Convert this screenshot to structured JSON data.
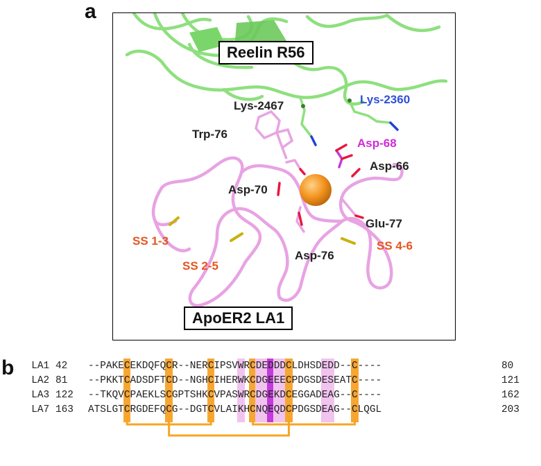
{
  "panel_a": {
    "letter": "a",
    "box_labels": {
      "reelin": "Reelin R56",
      "apoer2": "ApoER2 LA1"
    },
    "residues": [
      {
        "id": "lys2467",
        "text": "Lys-2467",
        "color": "#222222"
      },
      {
        "id": "lys2360",
        "text": "Lys-2360",
        "color": "#2f4fd8"
      },
      {
        "id": "trp76",
        "text": "Trp-76",
        "color": "#222222"
      },
      {
        "id": "asp68",
        "text": "Asp-68",
        "color": "#d02ad6"
      },
      {
        "id": "asp66",
        "text": "Asp-66",
        "color": "#222222"
      },
      {
        "id": "asp70",
        "text": "Asp-70",
        "color": "#222222"
      },
      {
        "id": "glu77",
        "text": "Glu-77",
        "color": "#222222"
      },
      {
        "id": "ss13",
        "text": "SS 1-3",
        "color": "#e3561f"
      },
      {
        "id": "ss25",
        "text": "SS 2-5",
        "color": "#e3561f"
      },
      {
        "id": "ss46",
        "text": "SS 4-6",
        "color": "#e3561f"
      },
      {
        "id": "asp76",
        "text": "Asp-76",
        "color": "#222222"
      }
    ],
    "colors": {
      "reelin_ribbon": "#8ee07e",
      "la1_ribbon": "#e8a3e3",
      "calcium": "#f3941e",
      "sulfur": "#c9b10e",
      "oxygen": "#e8173f",
      "nitrogen": "#2141d8"
    }
  },
  "panel_b": {
    "letter": "b",
    "rows": [
      {
        "name": "LA1",
        "start": "42",
        "seq": "--PAKECEKDQFQCR--NERCIPSVWRCDEDDDCLDHSDEDD--C----",
        "end": "80"
      },
      {
        "name": "LA2",
        "start": "81",
        "seq": "--PKKTCADSDFTCD--NGHCIHERWKCDGEEECPDGSDESEATC----",
        "end": "121"
      },
      {
        "name": "LA3",
        "start": "122",
        "seq": "--TKQVCPAEKLSCGPTSHKCVPASWRCDGEKDCEGGADEAG--C----",
        "end": "162"
      },
      {
        "name": "LA7",
        "start": "163",
        "seq": "ATSLGTCRGDEFQCG--DGTCVLAIKHCNQEQDCPDGSDEAG--CLQGL",
        "end": "203"
      }
    ],
    "highlight_colors": {
      "cysteine": "#f7a632",
      "acidic": "#f1c3ef",
      "strong": "#c33bdc"
    },
    "bracket_color": "#f5a623"
  }
}
